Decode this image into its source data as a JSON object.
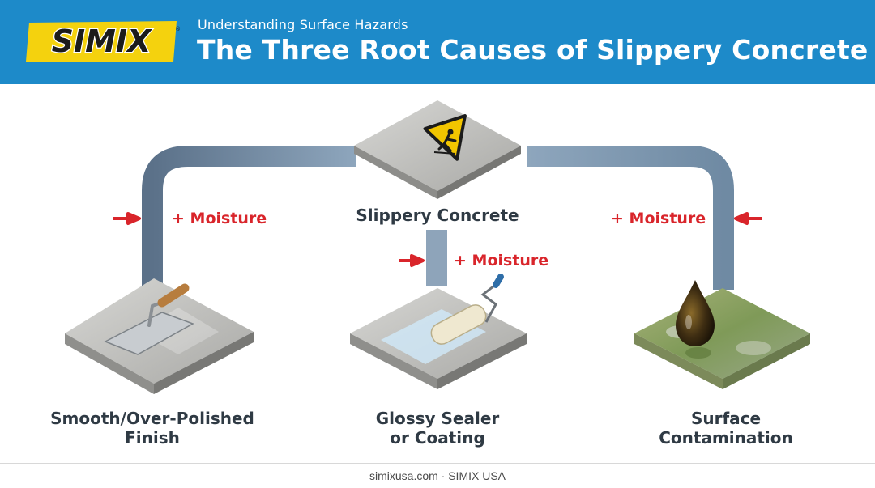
{
  "header": {
    "logo_text": "SIMIX",
    "subtitle": "Understanding Surface Hazards",
    "title": "The Three Root Causes of Slippery Concrete"
  },
  "diagram": {
    "center": {
      "label": "Slippery Concrete",
      "icon": "slip-warning-icon"
    },
    "causes": [
      {
        "label_line1": "Smooth/Over-Polished",
        "label_line2": "Finish",
        "icon": "trowel-icon",
        "modifier": "+ Moisture"
      },
      {
        "label_line1": "Glossy Sealer",
        "label_line2": "or Coating",
        "icon": "paint-roller-icon",
        "modifier": "+ Moisture"
      },
      {
        "label_line1": "Surface",
        "label_line2": "Contamination",
        "icon": "oil-drop-icon",
        "modifier": "+ Moisture"
      }
    ]
  },
  "colors": {
    "header_bg": "#1d8ac9",
    "connector": "#5f7a93",
    "moisture": "#d9252b",
    "warning": "#f2c500"
  },
  "footer": {
    "text": "simixusa.com · SIMIX USA"
  }
}
